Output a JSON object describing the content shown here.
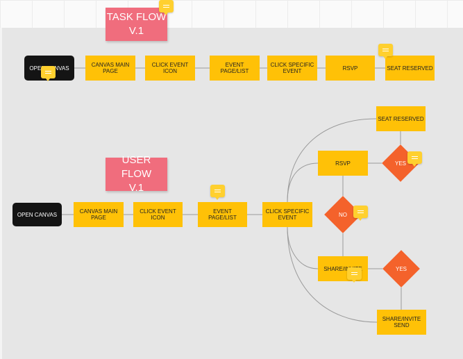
{
  "task_flow": {
    "sticky_title": "TASK FLOW\nV.1",
    "steps": [
      "OPEN CANVAS",
      "CANVAS MAIN PAGE",
      "CLICK EVENT ICON",
      "EVENT PAGE/LIST",
      "CLICK SPECIFIC EVENT",
      "RSVP",
      "SEAT RESERVED"
    ]
  },
  "user_flow": {
    "sticky_title": "USER FLOW\nV.1",
    "steps": [
      "OPEN CANVAS",
      "CANVAS MAIN PAGE",
      "CLICK EVENT ICON",
      "EVENT PAGE/LIST",
      "CLICK SPECIFIC EVENT"
    ],
    "branches": {
      "seat_reserved": "SEAT RESERVED",
      "rsvp": "RSVP",
      "share_invite": "SHARE/INVITE",
      "share_invite_send": "SHARE/INVITE SEND"
    },
    "decisions": {
      "yes_top": "YES",
      "no": "NO",
      "yes_bottom": "YES"
    }
  },
  "colors": {
    "box": "#ffc107",
    "sticky": "#f06d7d",
    "decision": "#f4622b",
    "start": "#141414",
    "comment": "#ffd02f"
  }
}
